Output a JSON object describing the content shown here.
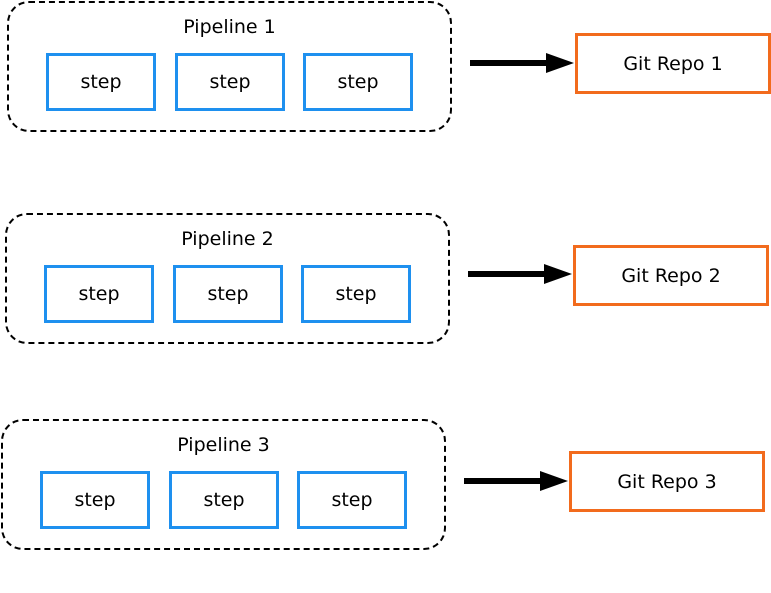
{
  "colors": {
    "pipeline_border": "#000000",
    "step_border": "#1e90ef",
    "repo_border": "#f26b1d",
    "arrow": "#000000"
  },
  "rows": [
    {
      "pipeline_title": "Pipeline 1",
      "steps": [
        "step",
        "step",
        "step"
      ],
      "repo": "Git Repo 1"
    },
    {
      "pipeline_title": "Pipeline 2",
      "steps": [
        "step",
        "step",
        "step"
      ],
      "repo": "Git Repo 2"
    },
    {
      "pipeline_title": "Pipeline 3",
      "steps": [
        "step",
        "step",
        "step"
      ],
      "repo": "Git Repo 3"
    }
  ]
}
